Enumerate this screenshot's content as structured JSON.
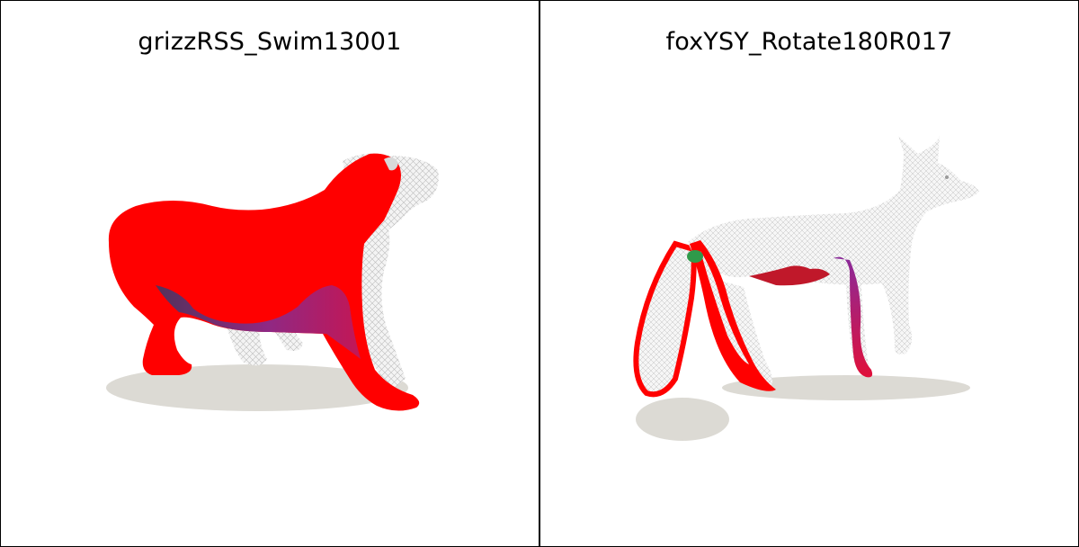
{
  "panels": [
    {
      "title": "grizzRSS_Swim13001",
      "subject": "grizzly-bear-mesh"
    },
    {
      "title": "foxYSY_Rotate180R017",
      "subject": "fox-mesh"
    }
  ],
  "colors": {
    "background": "#ffffff",
    "border": "#000000",
    "highlight": "#ff0000",
    "magenta": "#b0208a",
    "purple": "#5a3a6a",
    "green": "#2f9a4a",
    "mesh": "#f2f2f2",
    "shadow": "#dcdad4"
  }
}
